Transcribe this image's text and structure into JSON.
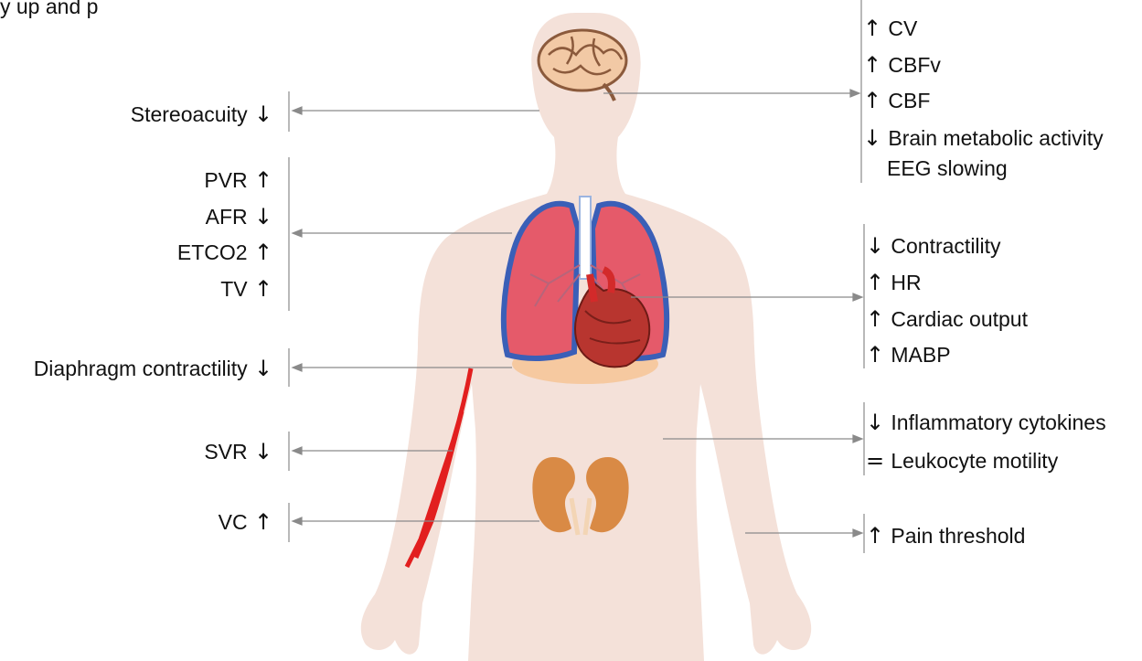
{
  "colors": {
    "body": "#f4e1d9",
    "lung": "#e55a6a",
    "lung_edge": "#3a5fb7",
    "vessel": "#e21f1f",
    "kidney": "#d98a45",
    "brain": "#f2c9a5",
    "diaphragm": "#f6c9a0",
    "line": "#8a8a8a"
  },
  "top_fragment": "y up and p",
  "left_labels": [
    {
      "text": "Stereoacuity",
      "arrow": "↓"
    },
    {
      "text": "PVR",
      "arrow": "↑"
    },
    {
      "text": "AFR",
      "arrow": "↓"
    },
    {
      "text": "ETCO2",
      "arrow": "↑"
    },
    {
      "text": "TV",
      "arrow": "↑"
    },
    {
      "text": "Diaphragm contractility",
      "arrow": "↓"
    },
    {
      "text": "SVR",
      "arrow": "↓"
    },
    {
      "text": "VC",
      "arrow": "↑"
    }
  ],
  "right_labels": [
    {
      "text": "CV",
      "arrow": "↑"
    },
    {
      "text": "CBFv",
      "arrow": "↑"
    },
    {
      "text": "CBF",
      "arrow": "↑"
    },
    {
      "text": "Brain metabolic activity",
      "arrow": "↓"
    },
    {
      "text": "EEG slowing",
      "arrow": ""
    },
    {
      "text": "Contractility",
      "arrow": "↓"
    },
    {
      "text": "HR",
      "arrow": "↑"
    },
    {
      "text": "Cardiac output",
      "arrow": "↑"
    },
    {
      "text": "MABP",
      "arrow": "↑"
    },
    {
      "text": "Inflammatory cytokines",
      "arrow": "↓"
    },
    {
      "text": "Leukocyte motility",
      "arrow": "="
    },
    {
      "text": "Pain threshold",
      "arrow": "↑"
    }
  ]
}
